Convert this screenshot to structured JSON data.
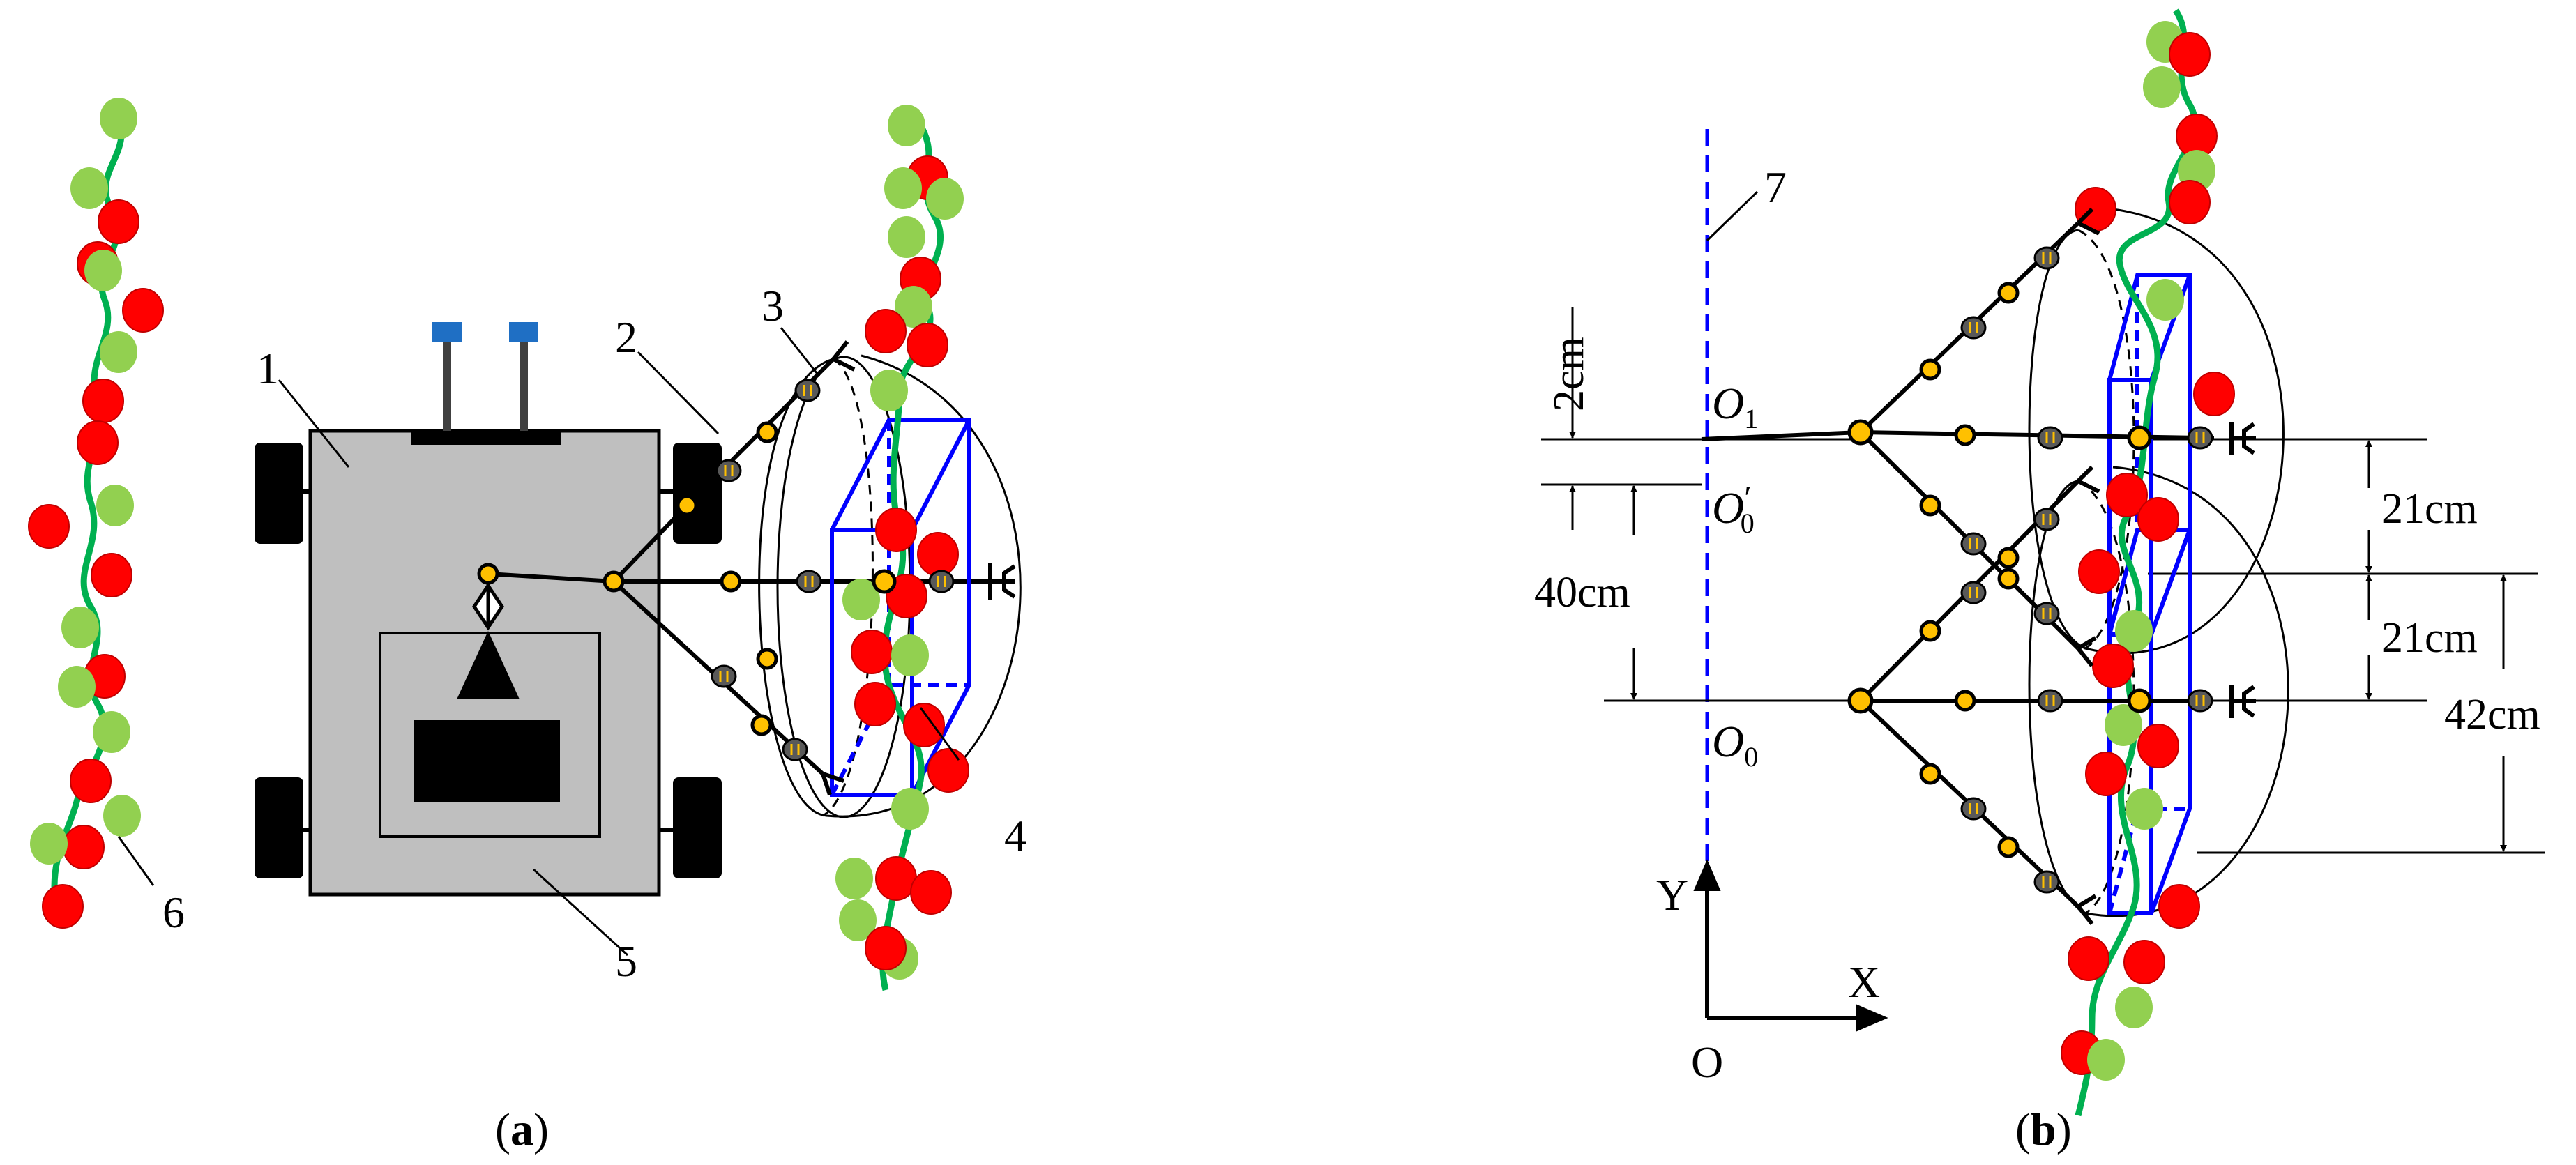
{
  "colors": {
    "leaf": "#92D050",
    "tomato": "#FF0000",
    "stem": "#00B050",
    "box": "#0000FF",
    "vehicle": "#BFBFBF",
    "joint": "#FFC000",
    "link": "#595959",
    "camera": "#1F6FC4"
  },
  "panel_a": {
    "labels": [
      "1",
      "2",
      "3",
      "4",
      "5",
      "6"
    ],
    "caption": {
      "open": "(",
      "letter": "a",
      "close": ")"
    }
  },
  "panel_b": {
    "label_7": "7",
    "origin_o1": {
      "base": "O",
      "sub": "1"
    },
    "origin_o0prime": {
      "base": "O",
      "prime": "′",
      "sub": "0"
    },
    "origin_o0": {
      "base": "O",
      "sub": "0"
    },
    "dims": {
      "d2": "2cm",
      "d40": "40cm",
      "d21a": "21cm",
      "d21b": "21cm",
      "d42": "42cm"
    },
    "axes": {
      "y": "Y",
      "x": "X",
      "origin": "O"
    },
    "caption": {
      "open": "(",
      "letter": "b",
      "close": ")"
    }
  }
}
